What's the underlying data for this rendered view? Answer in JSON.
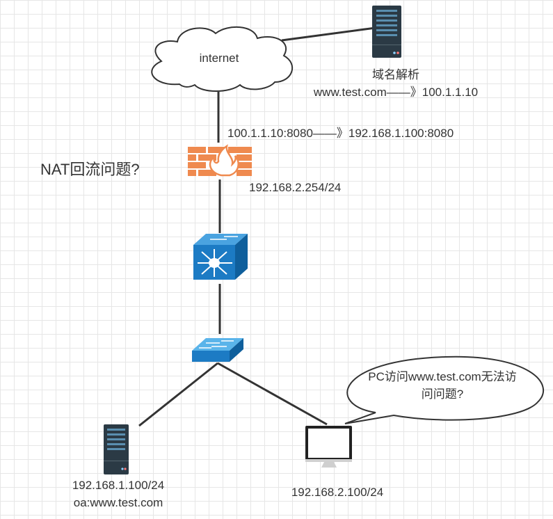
{
  "cloud": {
    "label": "internet"
  },
  "dns_server": {
    "title": "域名解析",
    "mapping": "www.test.com——》100.1.1.10"
  },
  "nat_rule": "100.1.1.10:8080——》192.168.1.100:8080",
  "nat_question": "NAT回流问题?",
  "firewall": {
    "ip": "192.168.2.254/24"
  },
  "oa_server": {
    "ip": "192.168.1.100/24",
    "name": "oa:www.test.com"
  },
  "pc": {
    "ip": "192.168.2.100/24",
    "callout_line1": "PC访问www.test.com无法访",
    "callout_line2": "问问题?"
  },
  "colors": {
    "firewall": "#ef8a4f",
    "switch_blue": "#1c7bc4",
    "server_dark": "#2b3a45",
    "line": "#333333"
  }
}
